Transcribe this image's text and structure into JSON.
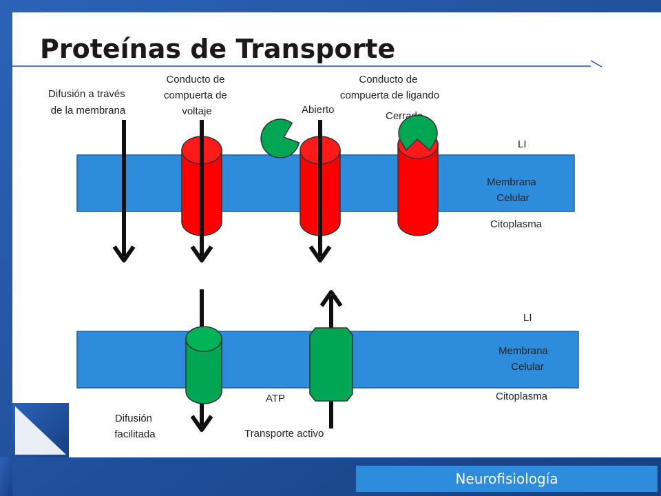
{
  "slide": {
    "title": "Proteínas de Transporte",
    "footer": "Neurofisiología"
  },
  "colors": {
    "frame_blue": "#1f4f9a",
    "membrane_blue": "#2e8cdc",
    "channel_red": "#ff0000",
    "channel_green": "#00a651",
    "footer_blue": "#2e8cdc"
  },
  "top_panel": {
    "difusion_label": [
      "Difusión a través",
      "de la membrana"
    ],
    "voltaje_label": [
      "Conducto de",
      "compuerta de",
      "voltaje"
    ],
    "ligando_label": [
      "Conducto de",
      "compuerta de ligando"
    ],
    "abierto": "Abierto",
    "cerrado": "Cerrado",
    "li": "LI",
    "membrana": [
      "Membrana",
      "Celular"
    ],
    "citoplasma": "Citoplasma"
  },
  "bottom_panel": {
    "li": "LI",
    "membrana": [
      "Membrana",
      "Celular"
    ],
    "citoplasma": "Citoplasma",
    "atp": "ATP",
    "facilitada": [
      "Difusión",
      "facilitada"
    ],
    "activo": "Transporte activo"
  }
}
